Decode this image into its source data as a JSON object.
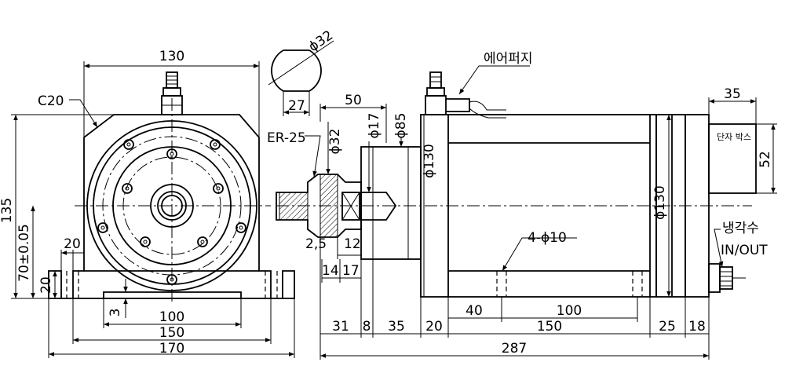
{
  "front_view": {
    "top_width": "130",
    "chamfer": "C20",
    "height_total": "135",
    "center_height": "70±0.05",
    "foot_height": "20",
    "slot_width": "20",
    "recess": "3",
    "mount_spacing": "100",
    "foot_spacing": "150",
    "base_width": "170"
  },
  "shaft_detail": {
    "diameter": "ϕ32",
    "flat": "27"
  },
  "side_view": {
    "air_purge": "에어퍼지",
    "collet": "ER-25",
    "phi32": "ϕ32",
    "phi17": "ϕ17",
    "phi85": "ϕ85",
    "phi130_front": "ϕ130",
    "phi130_body": "ϕ130",
    "flange_len": "50",
    "terminal_box": "단자 박스",
    "tb_width": "35",
    "tb_height": "52",
    "holes": "4-ϕ10",
    "coolant": "냉각수",
    "in_out": "IN/OUT",
    "d_2_5": "2,5",
    "d_12": "12",
    "d_14": "14",
    "d_17": "17",
    "d_31": "31",
    "d_8": "8",
    "d_35": "35",
    "d_20": "20",
    "d_40": "40",
    "d_100": "100",
    "d_150": "150",
    "d_25": "25",
    "d_18": "18",
    "total": "287"
  }
}
